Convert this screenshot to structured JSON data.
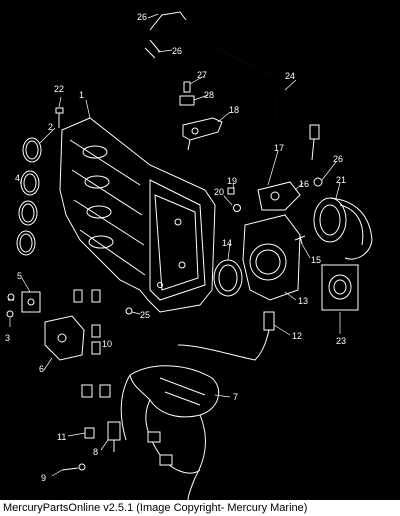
{
  "diagram": {
    "callouts": [
      "1",
      "2",
      "3",
      "4",
      "5",
      "6",
      "7",
      "8",
      "9",
      "10",
      "11",
      "12",
      "13",
      "14",
      "15",
      "16",
      "17",
      "18",
      "19",
      "20",
      "21",
      "22",
      "23",
      "24",
      "25",
      "26",
      "27",
      "28"
    ],
    "repeat_labels": {
      "26_top": "26",
      "26_mid": "26",
      "26_right": "26"
    }
  },
  "caption": {
    "text": "MercuryPartsOnline v2.5.1 (Image Copyright- Mercury Marine)"
  }
}
